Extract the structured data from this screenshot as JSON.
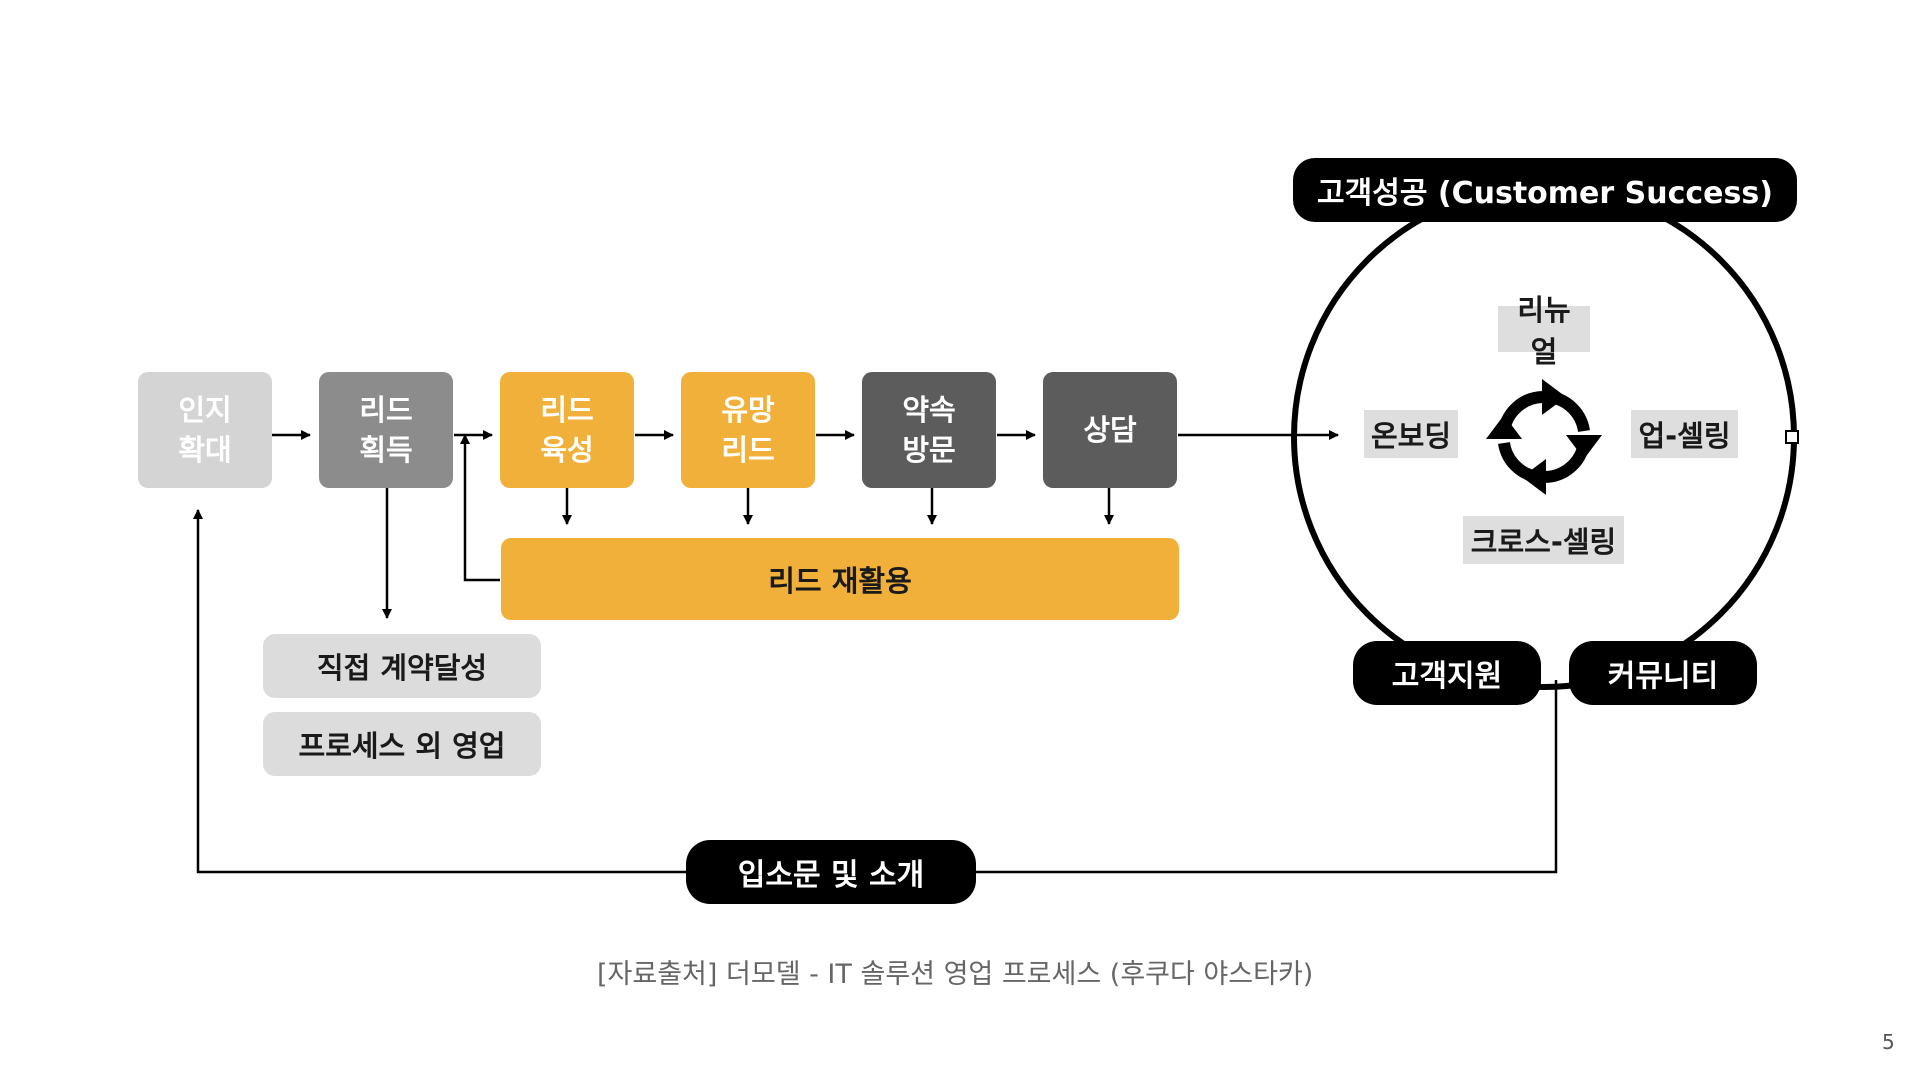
{
  "steps": [
    {
      "label": "인지\n확대"
    },
    {
      "label": "리드\n획득"
    },
    {
      "label": "리드\n육성"
    },
    {
      "label": "유망\n리드"
    },
    {
      "label": "약속\n방문"
    },
    {
      "label": "상담"
    }
  ],
  "recycle_bar": {
    "label": "리드 재활용"
  },
  "side_outcomes": [
    {
      "label": "직접 계약달성"
    },
    {
      "label": "프로세스 외 영업"
    }
  ],
  "customer_success": {
    "title": "고객성공 (Customer Success)",
    "cycle_items": {
      "top": "리뉴얼",
      "left": "온보딩",
      "right": "업-셀링",
      "bottom": "크로스-셀링"
    },
    "cycle_icon": "recycle-arrows-icon",
    "support": "고객지원",
    "community": "커뮤니티"
  },
  "referral": {
    "label": "입소문 및 소개"
  },
  "source_caption": "[자료출처] 더모델 - IT 솔루션 영업 프로세스 (후쿠다 야스타카)",
  "page_number": "5",
  "colors": {
    "awareness": "#d4d4d4",
    "acquisition": "#8c8c8c",
    "gold": "#f1b03a",
    "dark": "#5c5c5c",
    "black": "#000000",
    "gray_label": "#dedede"
  }
}
